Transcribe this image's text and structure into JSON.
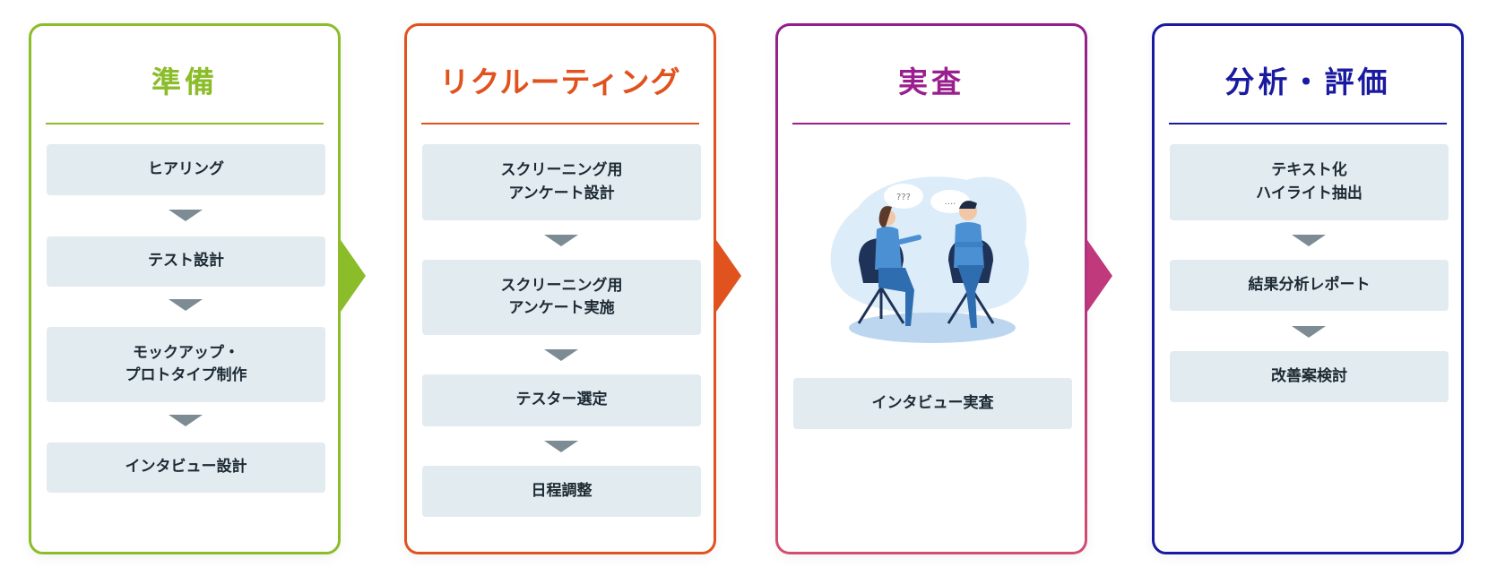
{
  "stages": [
    {
      "title": "準備",
      "color": "#8bbd2a",
      "steps": [
        "ヒアリング",
        "テスト設計",
        "モックアップ・\nプロトタイプ制作",
        "インタビュー設計"
      ]
    },
    {
      "title": "リクルーティング",
      "color": "#e0521e",
      "steps": [
        "スクリーニング用\nアンケート設計",
        "スクリーニング用\nアンケート実施",
        "テスター選定",
        "日程調整"
      ]
    },
    {
      "title": "実査",
      "color": "#9a1f8e",
      "steps": [
        "インタビュー実査"
      ]
    },
    {
      "title": "分析・評価",
      "color": "#1a1aa0",
      "steps": [
        "テキスト化\nハイライト抽出",
        "結果分析レポート",
        "改善案検討"
      ]
    }
  ],
  "illustration": {
    "bubble_left": "???",
    "bubble_right": "...."
  }
}
